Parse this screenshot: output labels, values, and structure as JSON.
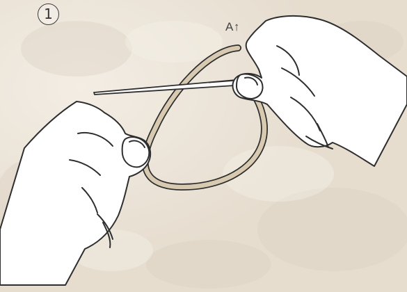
{
  "step": {
    "number": "1"
  },
  "labels": {
    "point_a": "A↑"
  },
  "colors": {
    "background": "#ebe3d6",
    "cord": "#d8cab0",
    "outline": "#2e2e2e",
    "hand_fill": "#ffffff"
  },
  "icons": {
    "step_marker": "circled-number",
    "cord": "cord-loop",
    "needle": "lacing-needle"
  }
}
